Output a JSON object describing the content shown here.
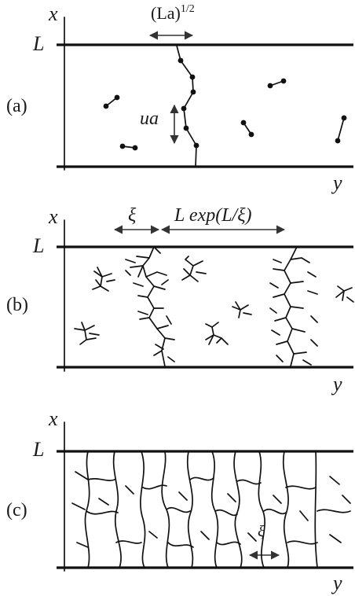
{
  "panels": [
    {
      "id": "a",
      "label": "(a)",
      "x_axis": "x",
      "y_axis": "y",
      "top_label": "L",
      "annotations": {
        "width_label_base": "(La)",
        "width_label_exp": "1/2",
        "height_label": "ua"
      }
    },
    {
      "id": "b",
      "label": "(b)",
      "x_axis": "x",
      "y_axis": "y",
      "top_label": "L",
      "annotations": {
        "xi_label": "ξ",
        "range_label": "L exp(L/ξ)"
      }
    },
    {
      "id": "c",
      "label": "(c)",
      "x_axis": "x",
      "y_axis": "y",
      "top_label": "L",
      "annotations": {
        "xi_label": "ξ"
      }
    }
  ],
  "colors": {
    "ink": "#111111",
    "background": "#ffffff"
  }
}
